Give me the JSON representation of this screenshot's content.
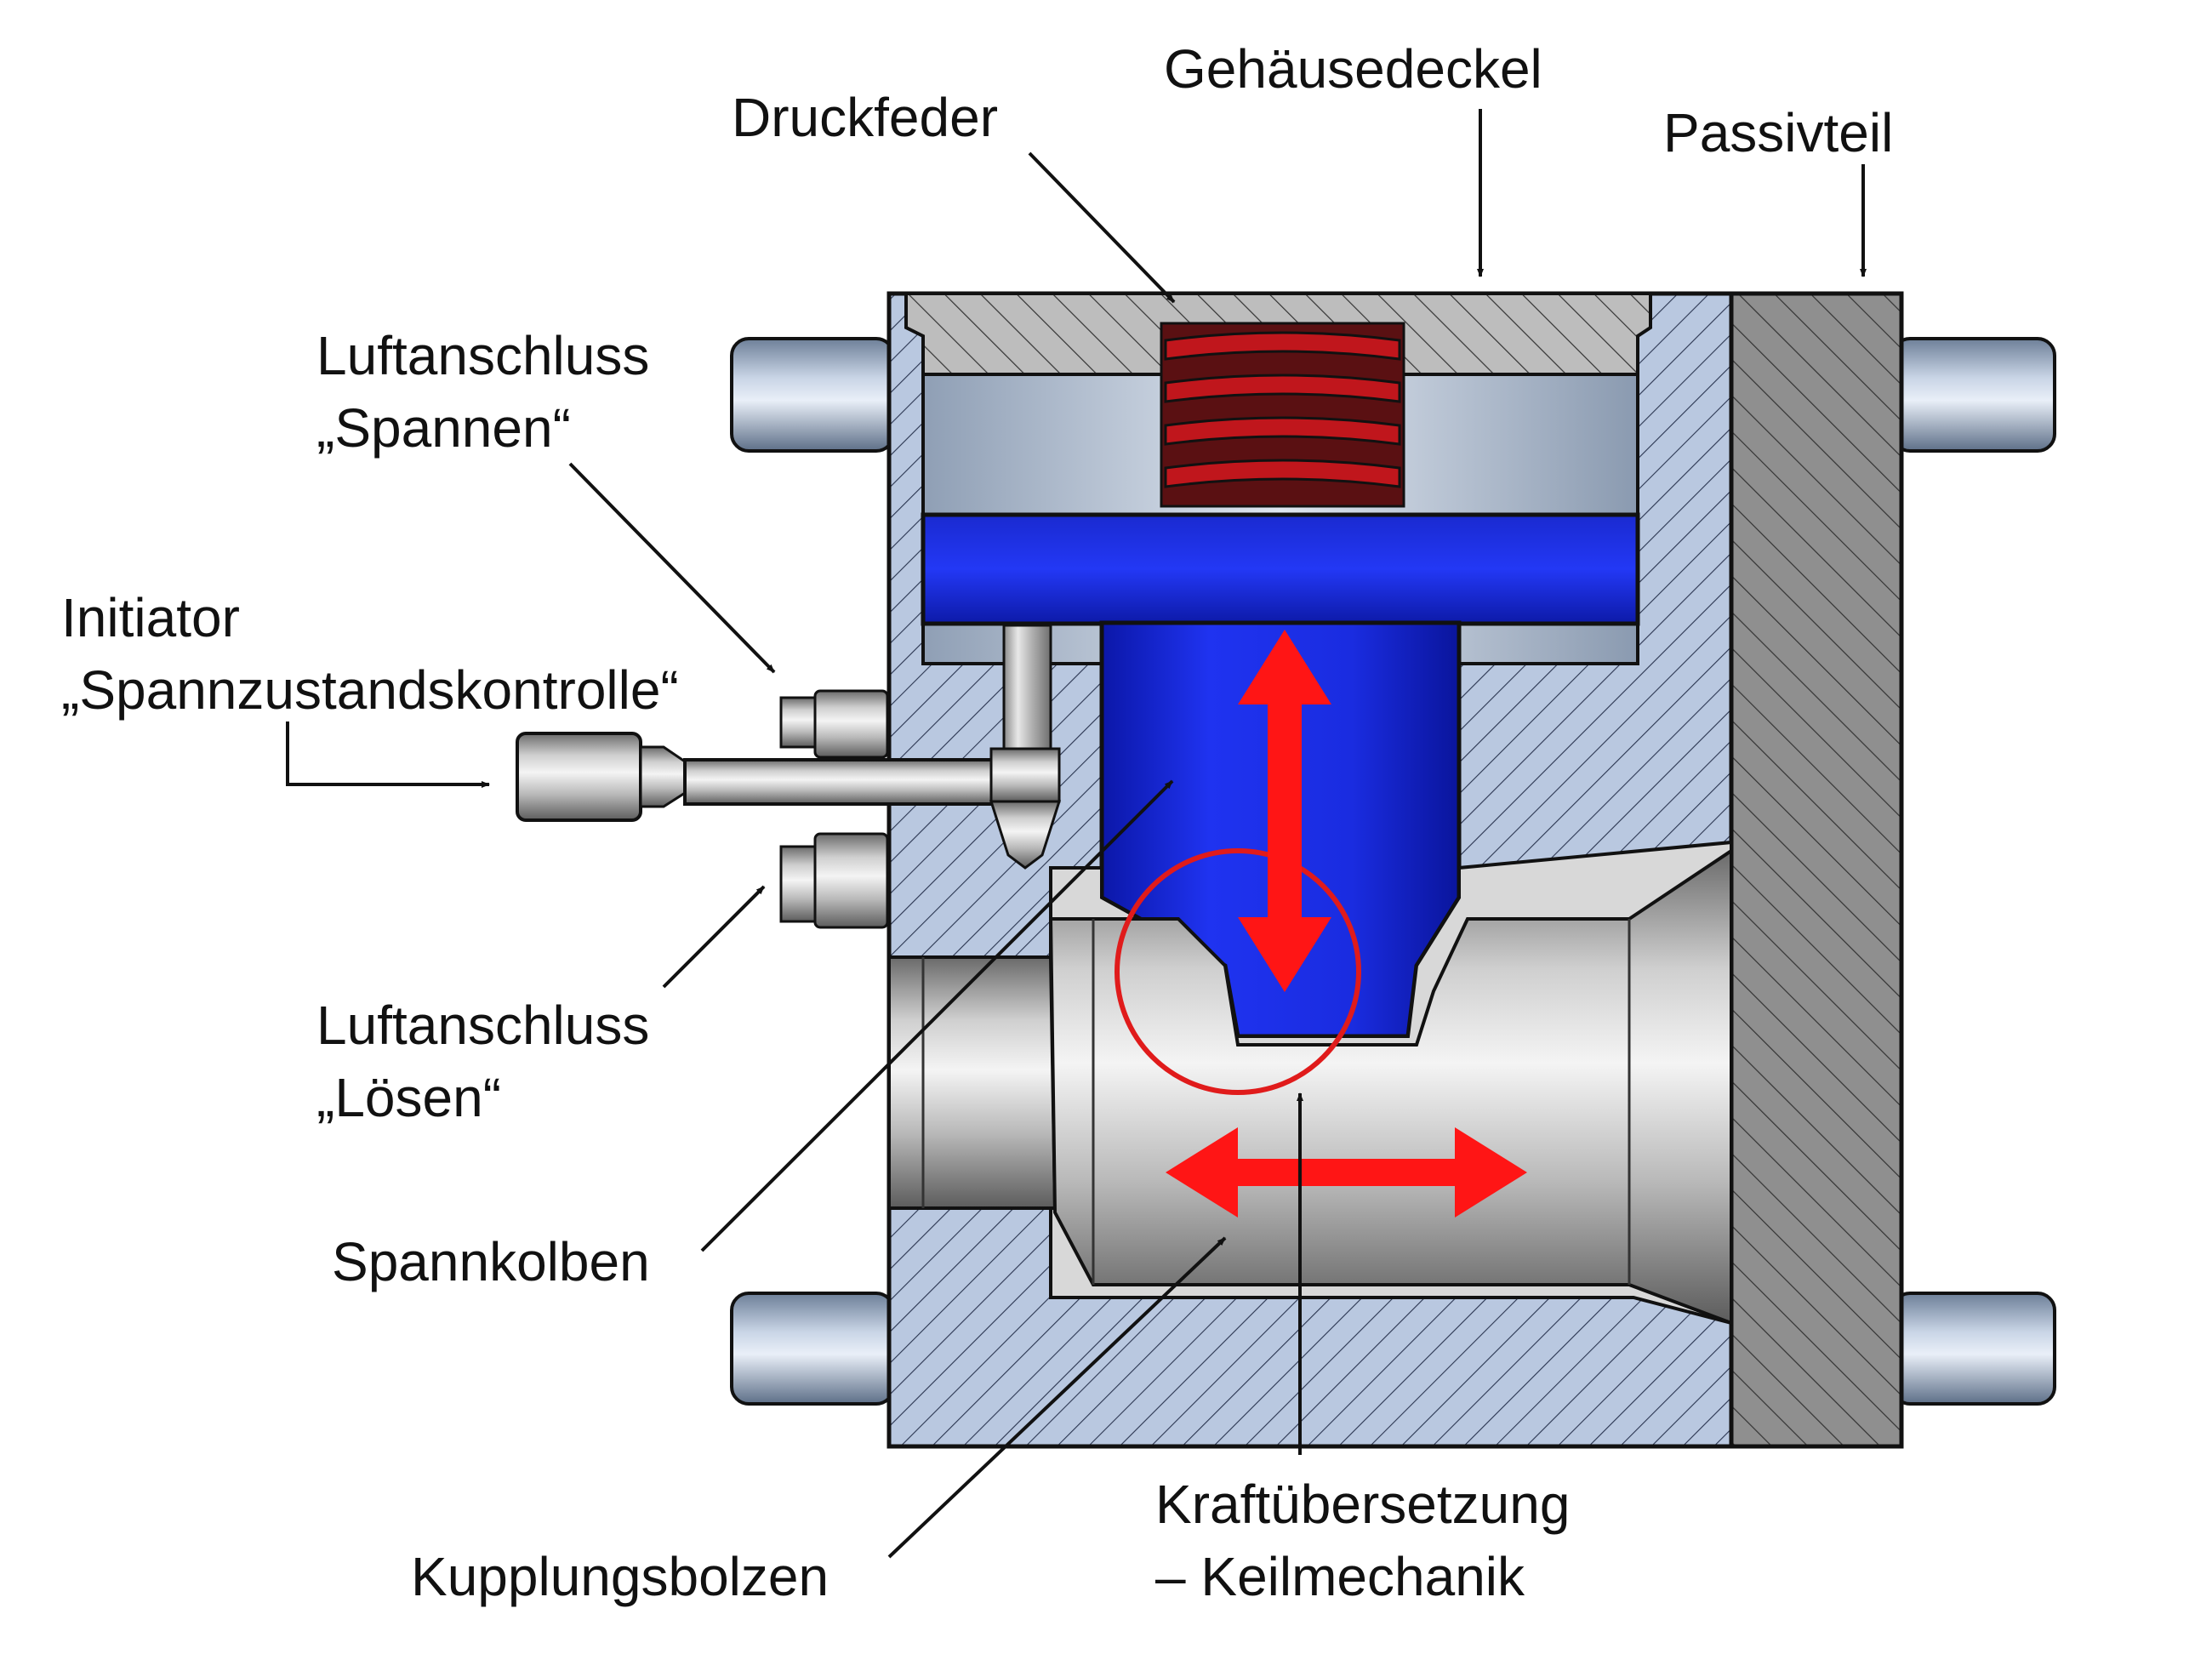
{
  "labels": {
    "gehaeusedeckel": "Gehäusedeckel",
    "druckfeder": "Druckfeder",
    "passivteil": "Passivteil",
    "luftanschluss_spannen_1": "Luftanschluss",
    "luftanschluss_spannen_2": "„Spannen“",
    "initiator_1": "Initiator",
    "initiator_2": "„Spannzustandskontrolle“",
    "luftanschluss_loesen_1": "Luftanschluss",
    "luftanschluss_loesen_2": "„Lösen“",
    "spannkolben": "Spannkolben",
    "kupplungsbolzen": "Kupplungsbolzen",
    "kraftuebersetzung_1": "Kraftübersetzung",
    "kraftuebersetzung_2": "– Keilmechanik"
  },
  "colors": {
    "housing": "#b9c8e0",
    "hatch": "#2a3550",
    "passive": "#8c8c8c",
    "piston": "#1a2fe0",
    "spring": "#c0161c",
    "motion_arrow": "#ff1515",
    "highlight_circle": "#e01b1b",
    "bolt_steel": "#c6c6c6"
  }
}
